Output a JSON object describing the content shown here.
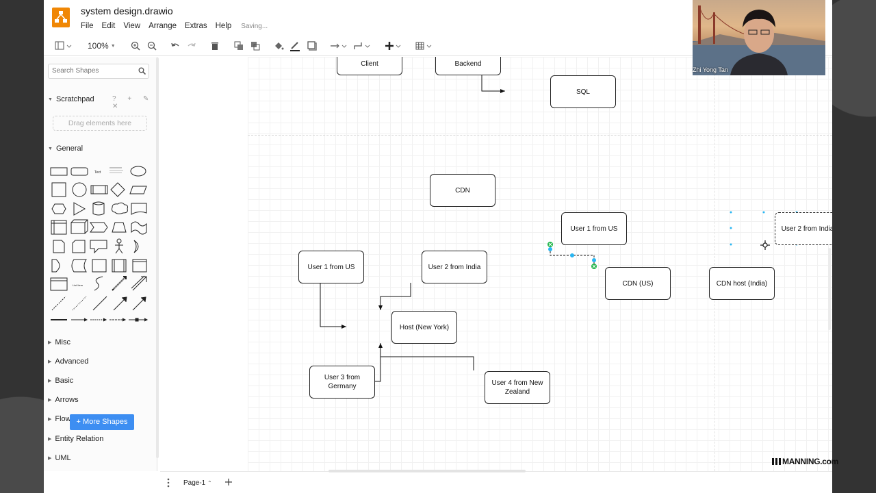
{
  "app": {
    "title": "system design.drawio",
    "menu": [
      "File",
      "Edit",
      "View",
      "Arrange",
      "Extras",
      "Help"
    ],
    "status": "Saving..."
  },
  "toolbar": {
    "zoom": "100%"
  },
  "sidebar": {
    "search_placeholder": "Search Shapes",
    "scratchpad_label": "Scratchpad",
    "scratchpad_tools": "? + ✎ ✕",
    "drag_hint": "Drag elements here",
    "general_label": "General",
    "collapsed_sections": [
      "Misc",
      "Advanced",
      "Basic",
      "Arrows",
      "Flowchart",
      "Entity Relation",
      "UML"
    ],
    "more_shapes": "+ More Shapes"
  },
  "diagram": {
    "client": "Client",
    "backend": "Backend",
    "sql": "SQL",
    "cdn": "CDN",
    "user1_left": "User 1 from US",
    "user2_left": "User 2 from India",
    "host": "Host (New York)",
    "user3": "User 3 from Germany",
    "user4": "User 4 from New Zealand",
    "user1_right": "User 1 from US",
    "cdn_us": "CDN (US)",
    "cdn_india": "CDN host (India)",
    "user2_right": "User 2 from India"
  },
  "footer": {
    "page_tab": "Page-1"
  },
  "webcam": {
    "name": "Zhi Yong Tan"
  },
  "watermark": "MANNING.com",
  "colors": {
    "logo": "#f08705",
    "more_shapes": "#3d8ef2",
    "selection": "#29b6f2",
    "connect_ok": "#1fb54a"
  }
}
